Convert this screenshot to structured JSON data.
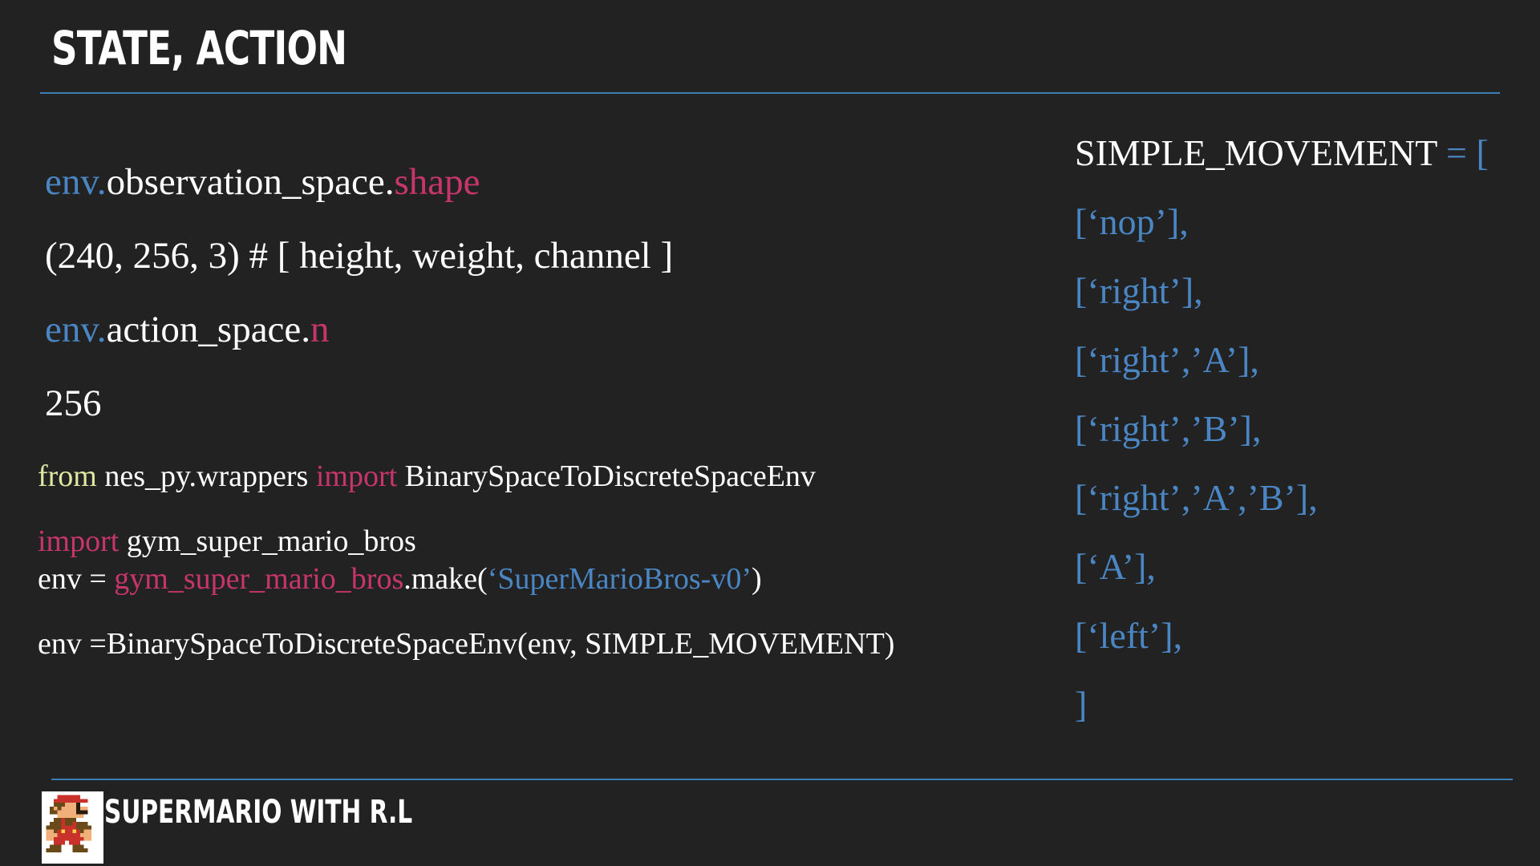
{
  "slide": {
    "title": "STATE, ACTION",
    "footer_text": "SUPERMARIO WITH R.L",
    "footer_logo_icon": "mario-pixel-icon",
    "accent_color": "#3a7fb8"
  },
  "code_left": {
    "l1": {
      "a": "env.",
      "b": "observation_space.",
      "c": "shape"
    },
    "l2": "(240, 256, 3) # [ height, weight, channel ]",
    "l3": {
      "a": "env.",
      "b": "action_space.",
      "c": "n"
    },
    "l4": "256",
    "l5": {
      "a": "from",
      "b": " nes_py.wrappers ",
      "c": "import",
      "d": " BinarySpaceToDiscreteSpaceEnv"
    },
    "l6": {
      "a": "import",
      "b": " gym_super_mario_bros"
    },
    "l7": {
      "a": "env = ",
      "b": "gym_super_mario_bros",
      "c": ".make(",
      "d": "‘SuperMarioBros-v0’",
      "e": ")"
    },
    "l8": "env =BinarySpaceToDiscreteSpaceEnv(env, SIMPLE_MOVEMENT)"
  },
  "code_right": {
    "header_name": "SIMPLE_MOVEMENT",
    "header_op": " = [",
    "items": [
      "[‘nop’],",
      "[‘right’],",
      "[‘right’,’A’],",
      "[‘right’,’B’],",
      "[‘right’,’A’,’B’],",
      "[‘A’],",
      "[‘left’],"
    ],
    "close": "]"
  }
}
